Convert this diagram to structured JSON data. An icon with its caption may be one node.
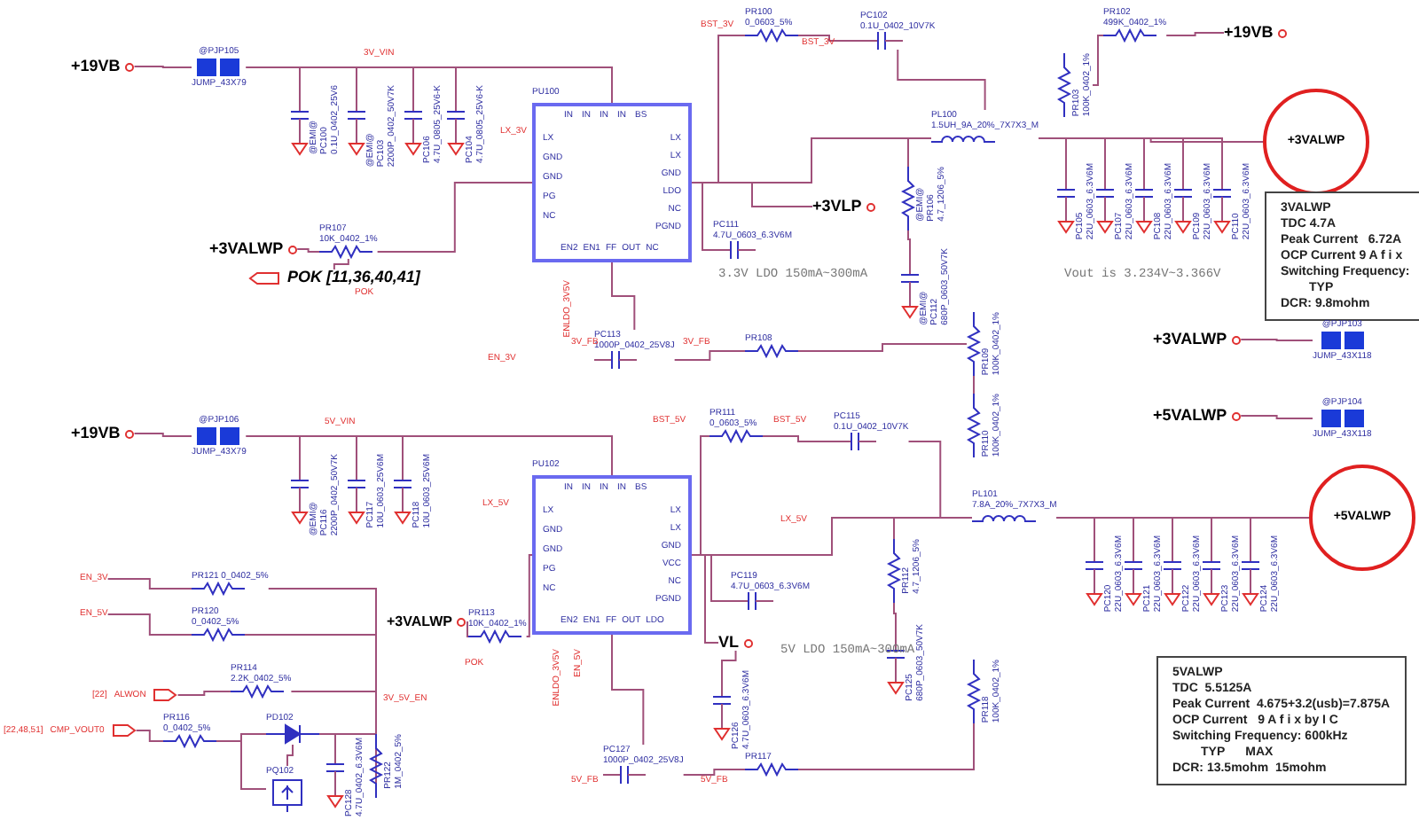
{
  "diagram": {
    "nodes": [
      {
        "text": [
          "+19VB"
        ]
      },
      {
        "text": [
          "@PJP105",
          "JUMP_43X79"
        ]
      },
      {
        "text": [
          "@EMI@",
          "PC100",
          "0.1U_0402_25V6"
        ]
      },
      {
        "text": [
          "@EMI@",
          "PC103",
          "2200P_0402_50V7K"
        ]
      },
      {
        "text": [
          "PC106",
          "4.7U_0805_25V6-K"
        ]
      },
      {
        "text": [
          "PC104",
          "4.7U_0805_25V6-K"
        ]
      },
      {
        "text": [
          "+3VALWP"
        ]
      },
      {
        "text": [
          "PR107",
          "10K_0402_1%"
        ]
      },
      {
        "text": [
          "POK  [11,36,40,41]"
        ]
      },
      {
        "text": [
          "PU100",
          "LX",
          "GND",
          "GND",
          "PG",
          "NC",
          "IN",
          "IN",
          "IN",
          "IN",
          "BS",
          "LX",
          "LX",
          "GND",
          "LDO",
          "NC",
          "PGND",
          "EN2",
          "EN1",
          "FF",
          "OUT",
          "NC"
        ]
      },
      {
        "text": [
          "PR100",
          "0_0603_5%"
        ]
      },
      {
        "text": [
          "PC102",
          "0.1U_0402_10V7K"
        ]
      },
      {
        "text": [
          "+3VLP"
        ]
      },
      {
        "text": [
          "PC111",
          "4.7U_0603_6.3V6M"
        ]
      },
      {
        "text": [
          "PL100",
          "1.5UH_9A_20%_7X7X3_M"
        ]
      },
      {
        "text": [
          "PR102",
          "499K_0402_1%"
        ]
      },
      {
        "text": [
          "+19VB"
        ]
      },
      {
        "text": [
          "PR103",
          "100K_0402_1%"
        ]
      },
      {
        "text": [
          "@EMI@",
          "PR106",
          "4.7_1206_5%"
        ]
      },
      {
        "text": [
          "@EMI@",
          "PC112",
          "680P_0603_50V7K"
        ]
      },
      {
        "text": [
          "PC105",
          "22U_0603_6.3V6M"
        ]
      },
      {
        "text": [
          "PC107",
          "22U_0603_6.3V6M"
        ]
      },
      {
        "text": [
          "PC108",
          "22U_0603_6.3V6M"
        ]
      },
      {
        "text": [
          "PC109",
          "22U_0603_6.3V6M"
        ]
      },
      {
        "text": [
          "PC110",
          "22U_0603_6.3V6M"
        ]
      },
      {
        "text": [
          "+3VALWP"
        ]
      },
      {
        "text": [
          "3VALWP",
          "TDC 4.7A",
          "Peak Current   6.72A",
          "OCP Current 9 A f i x",
          "Switching Frequency:",
          "TYP",
          "DCR: 9.8mohm"
        ]
      },
      {
        "text": [
          "+3VALWP"
        ]
      },
      {
        "text": [
          "@PJP103",
          "JUMP_43X118"
        ]
      },
      {
        "text": [
          "+5VALWP"
        ]
      },
      {
        "text": [
          "@PJP104",
          "JUMP_43X118"
        ]
      },
      {
        "text": [
          "PC113",
          "1000P_0402_25V8J"
        ]
      },
      {
        "text": [
          "PR108"
        ]
      },
      {
        "text": [
          "PR109",
          "100K_0402_1%"
        ]
      },
      {
        "text": [
          "PR110",
          "100K_0402_1%"
        ]
      },
      {
        "text": [
          "+19VB"
        ]
      },
      {
        "text": [
          "@PJP106",
          "JUMP_43X79"
        ]
      },
      {
        "text": [
          "@EMI@",
          "PC116",
          "2200P_0402_50V7K"
        ]
      },
      {
        "text": [
          "PC117",
          "10U_0603_25V6M"
        ]
      },
      {
        "text": [
          "PC118",
          "10U_0603_25V6M"
        ]
      },
      {
        "text": [
          "PU102",
          "LX",
          "GND",
          "GND",
          "PG",
          "NC",
          "IN",
          "IN",
          "IN",
          "IN",
          "BS",
          "LX",
          "LX",
          "GND",
          "VCC",
          "NC",
          "PGND",
          "EN2",
          "EN1",
          "FF",
          "OUT",
          "LDO"
        ]
      },
      {
        "text": [
          "PR111",
          "0_0603_5%"
        ]
      },
      {
        "text": [
          "PC115",
          "0.1U_0402_10V7K"
        ]
      },
      {
        "text": [
          "PL101",
          "7.8A_20%_7X7X3_M"
        ]
      },
      {
        "text": [
          "PC119",
          "4.7U_0603_6.3V6M"
        ]
      },
      {
        "text": [
          "VL"
        ]
      },
      {
        "text": [
          "PC126",
          "4.7U_0603_6.3V6M"
        ]
      },
      {
        "text": [
          "PR112",
          "4.7_1206_5%"
        ]
      },
      {
        "text": [
          "PC125",
          "680P_0603_50V7K"
        ]
      },
      {
        "text": [
          "PC120",
          "22U_0603_6.3V6M"
        ]
      },
      {
        "text": [
          "PC121",
          "22U_0603_6.3V6M"
        ]
      },
      {
        "text": [
          "PC122",
          "22U_0603_6.3V6M"
        ]
      },
      {
        "text": [
          "PC123",
          "22U_0603_6.3V6M"
        ]
      },
      {
        "text": [
          "PC124",
          "22U_0603_6.3V6M"
        ]
      },
      {
        "text": [
          "+5VALWP"
        ]
      },
      {
        "text": [
          "5VALWP",
          "TDC  5.5125A",
          "Peak Current  4.675+3.2(usb)=7.875A",
          "OCP Current   9 A f i x by I C",
          "Switching Frequency: 600kHz",
          "TYP      MAX",
          "DCR: 13.5mohm  15mohm"
        ]
      },
      {
        "text": [
          "PR121 0_0402_5%"
        ]
      },
      {
        "text": [
          "PR120",
          "0_0402_5%"
        ]
      },
      {
        "text": [
          "PR114",
          "2.2K_0402_5%"
        ]
      },
      {
        "text": [
          "[22]",
          "ALWON"
        ]
      },
      {
        "text": [
          "[22,48,51]",
          "CMP_VOUT0"
        ]
      },
      {
        "text": [
          "PR116",
          "0_0402_5%"
        ]
      },
      {
        "text": [
          "PD102"
        ]
      },
      {
        "text": [
          "PQ102"
        ]
      },
      {
        "text": [
          "PC128",
          "4.7U_0402_6.3V6M"
        ]
      },
      {
        "text": [
          "PR122",
          "1M_0402_5%"
        ]
      },
      {
        "text": [
          "+3VALWP"
        ]
      },
      {
        "text": [
          "PR113",
          "10K_0402_1%"
        ]
      },
      {
        "text": [
          "PC127",
          "1000P_0402_25V8J"
        ]
      },
      {
        "text": [
          "PR117"
        ]
      },
      {
        "text": [
          "PR118",
          "100K_0402_1%"
        ]
      },
      {
        "text": [
          "EN_3V"
        ]
      },
      {
        "text": [
          "EN_5V"
        ]
      }
    ],
    "edges": [
      {
        "from": 0,
        "to": 1,
        "arrow": "none"
      },
      {
        "from": 1,
        "to": 2,
        "arrow": "none"
      },
      {
        "from": 1,
        "to": 3,
        "arrow": "none"
      },
      {
        "from": 1,
        "to": 4,
        "arrow": "none"
      },
      {
        "from": 1,
        "to": 5,
        "arrow": "none"
      },
      {
        "from": 1,
        "to": 9,
        "arrow": "none"
      },
      {
        "from": 6,
        "to": 7,
        "arrow": "none"
      },
      {
        "from": 7,
        "to": 8,
        "arrow": "none"
      },
      {
        "from": 7,
        "to": 9,
        "arrow": "none"
      },
      {
        "from": 9,
        "to": 10,
        "arrow": "none"
      },
      {
        "from": 10,
        "to": 11,
        "arrow": "none"
      },
      {
        "from": 11,
        "to": 14,
        "arrow": "none"
      },
      {
        "from": 9,
        "to": 14,
        "arrow": "none"
      },
      {
        "from": 9,
        "to": 12,
        "arrow": "none"
      },
      {
        "from": 9,
        "to": 13,
        "arrow": "none"
      },
      {
        "from": 14,
        "to": 25,
        "arrow": "none"
      },
      {
        "from": 15,
        "to": 16,
        "arrow": "none"
      },
      {
        "from": 17,
        "to": 15,
        "arrow": "none"
      },
      {
        "from": 14,
        "to": 18,
        "arrow": "none"
      },
      {
        "from": 18,
        "to": 19,
        "arrow": "none"
      },
      {
        "from": 14,
        "to": 20,
        "arrow": "none"
      },
      {
        "from": 14,
        "to": 21,
        "arrow": "none"
      },
      {
        "from": 14,
        "to": 22,
        "arrow": "none"
      },
      {
        "from": 14,
        "to": 23,
        "arrow": "none"
      },
      {
        "from": 14,
        "to": 24,
        "arrow": "none"
      },
      {
        "from": 27,
        "to": 28,
        "arrow": "none"
      },
      {
        "from": 29,
        "to": 30,
        "arrow": "none"
      },
      {
        "from": 9,
        "to": 31,
        "arrow": "none"
      },
      {
        "from": 31,
        "to": 32,
        "arrow": "none"
      },
      {
        "from": 32,
        "to": 33,
        "arrow": "none"
      },
      {
        "from": 33,
        "to": 34,
        "arrow": "none"
      },
      {
        "from": 35,
        "to": 36,
        "arrow": "none"
      },
      {
        "from": 36,
        "to": 37,
        "arrow": "none"
      },
      {
        "from": 36,
        "to": 38,
        "arrow": "none"
      },
      {
        "from": 36,
        "to": 39,
        "arrow": "none"
      },
      {
        "from": 36,
        "to": 40,
        "arrow": "none"
      },
      {
        "from": 40,
        "to": 41,
        "arrow": "none"
      },
      {
        "from": 41,
        "to": 42,
        "arrow": "none"
      },
      {
        "from": 42,
        "to": 43,
        "arrow": "none"
      },
      {
        "from": 40,
        "to": 43,
        "arrow": "none"
      },
      {
        "from": 43,
        "to": 54,
        "arrow": "none"
      },
      {
        "from": 43,
        "to": 49,
        "arrow": "none"
      },
      {
        "from": 43,
        "to": 50,
        "arrow": "none"
      },
      {
        "from": 43,
        "to": 51,
        "arrow": "none"
      },
      {
        "from": 43,
        "to": 52,
        "arrow": "none"
      },
      {
        "from": 43,
        "to": 53,
        "arrow": "none"
      },
      {
        "from": 40,
        "to": 44,
        "arrow": "none"
      },
      {
        "from": 40,
        "to": 45,
        "arrow": "none"
      },
      {
        "from": 45,
        "to": 46,
        "arrow": "none"
      },
      {
        "from": 43,
        "to": 47,
        "arrow": "none"
      },
      {
        "from": 47,
        "to": 48,
        "arrow": "none"
      },
      {
        "from": 40,
        "to": 68,
        "arrow": "none"
      },
      {
        "from": 68,
        "to": 69,
        "arrow": "none"
      },
      {
        "from": 69,
        "to": 70,
        "arrow": "none"
      },
      {
        "from": 71,
        "to": 56,
        "arrow": "none"
      },
      {
        "from": 72,
        "to": 57,
        "arrow": "none"
      },
      {
        "from": 56,
        "to": 65,
        "arrow": "none"
      },
      {
        "from": 57,
        "to": 65,
        "arrow": "none"
      },
      {
        "from": 58,
        "to": 65,
        "arrow": "none"
      },
      {
        "from": 59,
        "to": 58,
        "arrow": "none"
      },
      {
        "from": 60,
        "to": 61,
        "arrow": "none"
      },
      {
        "from": 61,
        "to": 62,
        "arrow": "none"
      },
      {
        "from": 62,
        "to": 65,
        "arrow": "none"
      },
      {
        "from": 61,
        "to": 63,
        "arrow": "none"
      },
      {
        "from": 63,
        "to": 62,
        "arrow": "none"
      },
      {
        "from": 62,
        "to": 64,
        "arrow": "none"
      },
      {
        "from": 66,
        "to": 67,
        "arrow": "none"
      },
      {
        "from": 67,
        "to": 40,
        "arrow": "none"
      }
    ],
    "labels": [
      "3V_VIN",
      "LX_3V",
      "BST_3V",
      "BST_3V",
      "POK",
      "3.3V LDO 150mA~300mA",
      "Vout is 3.234V~3.366V",
      "ENLDO_3V5V",
      "EN_3V",
      "3V_FB",
      "3V_FB",
      "5V_VIN",
      "LX_5V",
      "BST_5V",
      "BST_5V",
      "LX_5V",
      "5V LDO 150mA~300mA",
      "ENLDO_3V5V",
      "EN_5V",
      "5V_FB",
      "5V_FB",
      "3V_5V_EN",
      "POK"
    ]
  }
}
